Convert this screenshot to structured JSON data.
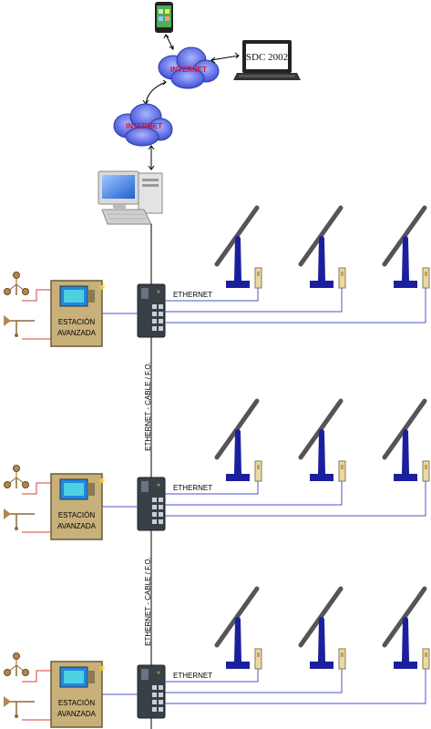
{
  "network": {
    "cloud_upper_label": "INTERNET",
    "cloud_lower_label": "INTERNET",
    "laptop_screen_text": "SDC 2002"
  },
  "station_label_line1": "ESTACIÓN",
  "station_label_line2": "AVANZADA",
  "link_label": "ETHERNET",
  "backbone_label": "ETHERNET - CABLE / F.O.",
  "groups": [
    {
      "id": "group-1"
    },
    {
      "id": "group-2"
    },
    {
      "id": "group-3"
    }
  ],
  "colors": {
    "background": "#ffffff",
    "tracker_blue": "#1b1f9e",
    "tracker_panel": "#555555",
    "link_line": "#4a55c8",
    "station_box": "#c8b07a",
    "station_border": "#6b5a3a",
    "cloud": "#5566dd",
    "cloud_text": "#e0102a",
    "switch_body": "#3a4048"
  }
}
